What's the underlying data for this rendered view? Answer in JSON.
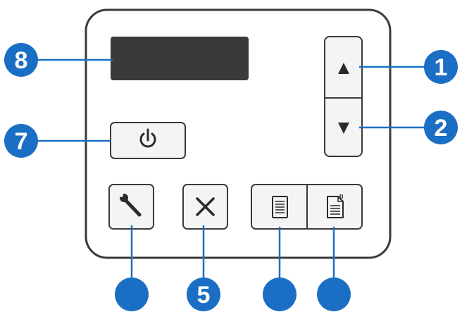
{
  "panel": {
    "outline_color": "#3a3a3a",
    "display_color": "#3a3a3a",
    "button_fill": "#f4f4f4",
    "icon_color": "#2a2a2a"
  },
  "buttons": {
    "up": {
      "icon": "up-arrow-icon"
    },
    "down": {
      "icon": "down-arrow-icon"
    },
    "power": {
      "icon": "power-icon"
    },
    "setup": {
      "icon": "wrench-icon"
    },
    "cancel": {
      "icon": "x-icon"
    },
    "scan_simplex": {
      "icon": "single-page-icon"
    },
    "scan_duplex": {
      "icon": "duplex-page-icon"
    }
  },
  "callouts": {
    "color": "#1a6fc4",
    "items": {
      "c1": {
        "label": "1"
      },
      "c2": {
        "label": "2"
      },
      "c3": {
        "label": ""
      },
      "c4": {
        "label": "5"
      },
      "c5": {
        "label": ""
      },
      "c6": {
        "label": ""
      },
      "c7": {
        "label": "7"
      },
      "c8": {
        "label": "8"
      }
    }
  }
}
